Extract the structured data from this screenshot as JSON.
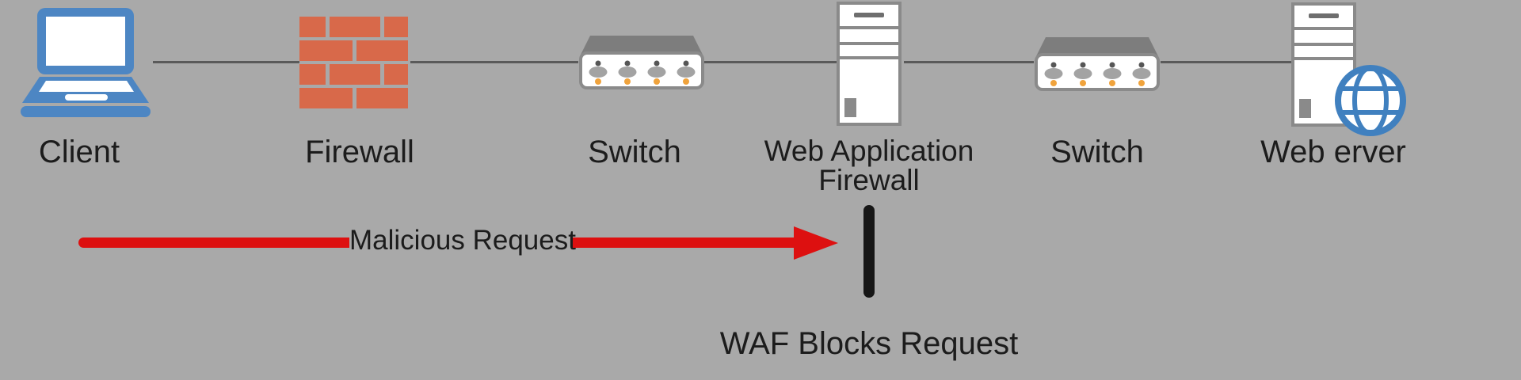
{
  "diagram": {
    "nodes": [
      {
        "id": "client",
        "label": "Client",
        "icon": "laptop-icon"
      },
      {
        "id": "firewall",
        "label": "Firewall",
        "icon": "brick-wall-icon"
      },
      {
        "id": "switch-1",
        "label": "Switch",
        "icon": "network-switch-icon"
      },
      {
        "id": "waf",
        "label": "Web Application Firewall",
        "lines": [
          "Web Application",
          "Firewall"
        ],
        "icon": "server-tower-icon"
      },
      {
        "id": "switch-2",
        "label": "Switch",
        "icon": "network-switch-icon"
      },
      {
        "id": "web-server",
        "label": "Web erver",
        "icon": "server-globe-icon"
      }
    ],
    "edges": [
      {
        "from": "client",
        "to": "firewall"
      },
      {
        "from": "firewall",
        "to": "switch-1"
      },
      {
        "from": "switch-1",
        "to": "waf"
      },
      {
        "from": "waf",
        "to": "switch-2"
      },
      {
        "from": "switch-2",
        "to": "web-server"
      }
    ],
    "annotations": {
      "malicious_request": "Malicious Request",
      "waf_blocks": "WAF Blocks Request"
    }
  },
  "colors": {
    "background": "#a9a9a9",
    "edge_gray": "#5a5a5a",
    "icon_border_gray": "#8a8a8a",
    "trapezoid_gray": "#7d7d7d",
    "slot_gray": "#6e6e6e",
    "port_gray": "#a3a3a3",
    "dot_gray": "#565656",
    "led_orange": "#f0a33c",
    "brick_orange": "#d8694a",
    "laptop_blue": "#4d86c3",
    "globe_blue": "#4080bf",
    "arrow_red": "#dd1010",
    "bar_black": "#161616",
    "text_black": "#1c1c1c",
    "icon_white": "#ffffff"
  }
}
